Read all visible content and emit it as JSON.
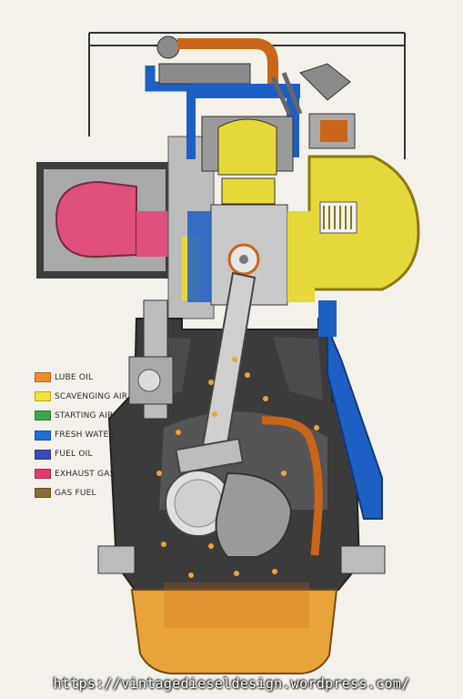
{
  "legend": {
    "items": [
      {
        "label": "LUBE OIL",
        "color": "#f08a2a"
      },
      {
        "label": "SCAVENGING AIR",
        "color": "#f2e23a"
      },
      {
        "label": "STARTING AIR",
        "color": "#3aa84a"
      },
      {
        "label": "FRESH WATER",
        "color": "#1f6fd6"
      },
      {
        "label": "FUEL OIL",
        "color": "#3a4ab8"
      },
      {
        "label": "EXHAUST GAS",
        "color": "#e23a6a"
      },
      {
        "label": "GAS FUEL",
        "color": "#8a6a3a"
      }
    ]
  },
  "watermark": "https://vintagedieseldesign.wordpress.com/",
  "colors": {
    "background": "#f4f1ea",
    "steel_light": "#c9c9c9",
    "steel_mid": "#9a9a9a",
    "steel_dark": "#3b3b3b",
    "lube_oil": "#e8a43a",
    "scavenging_air": "#e6d83a",
    "fresh_water": "#1e5fc4",
    "exhaust_gas": "#e0507c"
  }
}
